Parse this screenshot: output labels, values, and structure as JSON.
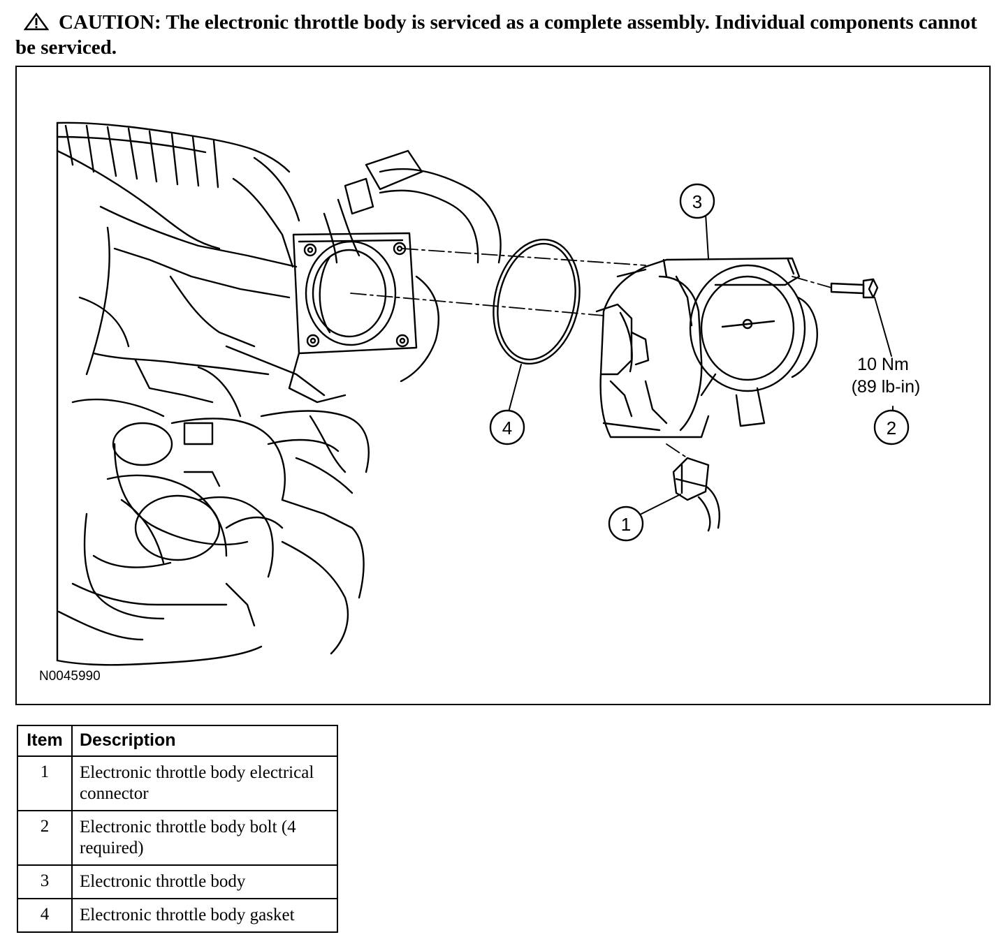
{
  "caution": {
    "icon": "warning-triangle-icon",
    "text": "CAUTION: The electronic throttle body is serviced as a complete assembly. Individual components cannot be serviced."
  },
  "figure": {
    "id": "N0045990",
    "torque": {
      "value": "10 Nm",
      "imperial": "(89 lb-in)"
    },
    "callouts": [
      "1",
      "2",
      "3",
      "4"
    ]
  },
  "table": {
    "headers": {
      "item": "Item",
      "description": "Description"
    },
    "rows": [
      {
        "item": "1",
        "description": "Electronic throttle body electrical connector"
      },
      {
        "item": "2",
        "description": "Electronic throttle body bolt (4 required)"
      },
      {
        "item": "3",
        "description": "Electronic throttle body"
      },
      {
        "item": "4",
        "description": "Electronic throttle body gasket"
      }
    ]
  }
}
